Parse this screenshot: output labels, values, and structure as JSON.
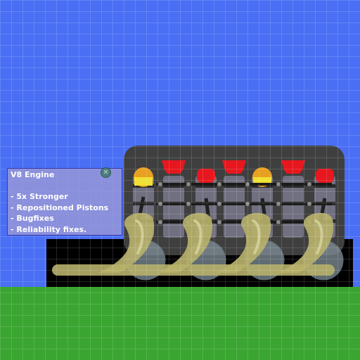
{
  "info": {
    "title": "V8 Engine",
    "lines": [
      "- 5x Stronger",
      "- Repositioned Pistons",
      "- Bugfixes",
      "- Reliability fixes."
    ],
    "close_icon": "close-icon"
  },
  "colors": {
    "sky": "#4a6ff4",
    "ground": "#3aa531",
    "engine_block": "#3f3f3f",
    "base": "#000000",
    "cylinder": "#707080",
    "cap": "#e6171e",
    "exhaust": "#b6b06a",
    "wheel": "#808f98"
  }
}
